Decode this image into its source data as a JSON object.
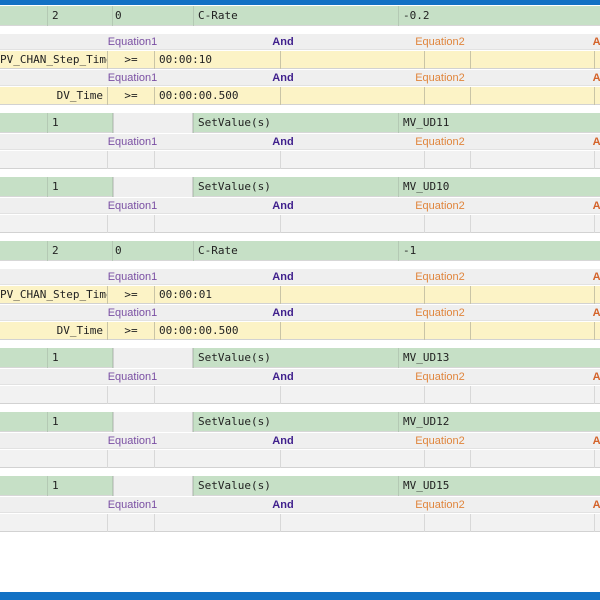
{
  "window": {
    "accent_color": "#1271c4",
    "step_row_color": "#c6e0c6",
    "condition_row_color": "#fcf3c6",
    "empty_row_color": "#f2f2f2",
    "header_row_color": "#efefef"
  },
  "labels": {
    "equation1": "Equation1",
    "equation2": "Equation2",
    "and": "And",
    "and_clipped": "An",
    "setvalue": "SetValue(s)",
    "c_rate": "C-Rate",
    "operator_ge": ">=",
    "var_step_time": "PV_CHAN_Step_Time",
    "var_dv_time": "DV_Time",
    "blank": ""
  },
  "rows": [
    {
      "kind": "step",
      "index": "2",
      "sub": "0",
      "mode": "C-Rate",
      "value": "-0.2"
    },
    {
      "kind": "gap"
    },
    {
      "kind": "eq-head"
    },
    {
      "kind": "eq",
      "filled": true,
      "var": "PV_CHAN_Step_Time",
      "op": ">=",
      "value": "00:00:10"
    },
    {
      "kind": "eq-head"
    },
    {
      "kind": "eq",
      "filled": true,
      "var": "DV_Time",
      "op": ">=",
      "value": "00:00:00.500"
    },
    {
      "kind": "gap"
    },
    {
      "kind": "setvalue",
      "index": "1",
      "sub": "",
      "mode": "SetValue(s)",
      "value": "MV_UD11"
    },
    {
      "kind": "eq-head"
    },
    {
      "kind": "eq",
      "filled": false,
      "var": "",
      "op": "",
      "value": ""
    },
    {
      "kind": "gap"
    },
    {
      "kind": "setvalue",
      "index": "1",
      "sub": "",
      "mode": "SetValue(s)",
      "value": "MV_UD10"
    },
    {
      "kind": "eq-head"
    },
    {
      "kind": "eq",
      "filled": false,
      "var": "",
      "op": "",
      "value": ""
    },
    {
      "kind": "gap"
    },
    {
      "kind": "step",
      "index": "2",
      "sub": "0",
      "mode": "C-Rate",
      "value": "-1"
    },
    {
      "kind": "gap"
    },
    {
      "kind": "eq-head"
    },
    {
      "kind": "eq",
      "filled": true,
      "var": "PV_CHAN_Step_Time",
      "op": ">=",
      "value": "00:00:01"
    },
    {
      "kind": "eq-head"
    },
    {
      "kind": "eq",
      "filled": true,
      "var": "DV_Time",
      "op": ">=",
      "value": "00:00:00.500"
    },
    {
      "kind": "gap"
    },
    {
      "kind": "setvalue",
      "index": "1",
      "sub": "",
      "mode": "SetValue(s)",
      "value": "MV_UD13"
    },
    {
      "kind": "eq-head"
    },
    {
      "kind": "eq",
      "filled": false,
      "var": "",
      "op": "",
      "value": ""
    },
    {
      "kind": "gap"
    },
    {
      "kind": "setvalue",
      "index": "1",
      "sub": "",
      "mode": "SetValue(s)",
      "value": "MV_UD12"
    },
    {
      "kind": "eq-head"
    },
    {
      "kind": "eq",
      "filled": false,
      "var": "",
      "op": "",
      "value": ""
    },
    {
      "kind": "gap"
    },
    {
      "kind": "setvalue",
      "index": "1",
      "sub": "",
      "mode": "SetValue(s)",
      "value": "MV_UD15"
    },
    {
      "kind": "eq-head"
    },
    {
      "kind": "eq",
      "filled": false,
      "var": "",
      "op": "",
      "value": ""
    }
  ]
}
